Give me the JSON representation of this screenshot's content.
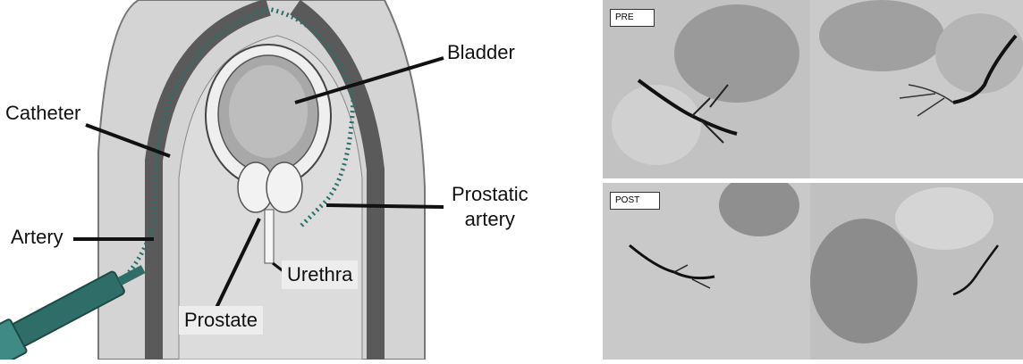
{
  "diagram": {
    "labels": {
      "bladder": "Bladder",
      "catheter": "Catheter",
      "prostatic_artery_line1": "Prostatic",
      "prostatic_artery_line2": "artery",
      "artery": "Artery",
      "urethra": "Urethra",
      "prostate": "Prostate"
    }
  },
  "angiograms": {
    "pre_tag": "PRE",
    "post_tag": "POST"
  },
  "colors": {
    "catheter_teal": "#2f6e68",
    "artery_gray": "#5a5a5a",
    "tissue_gray": "#cfcfcf",
    "contrast_vessel": "#111111"
  }
}
